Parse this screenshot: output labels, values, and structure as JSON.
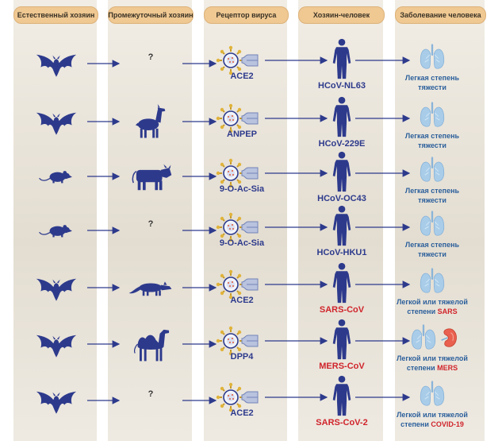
{
  "headers": [
    "Естественный хозяин",
    "Промежуточный хозяин",
    "Рецептор вируса",
    "Хозяин-человек",
    "Заболевание человека"
  ],
  "rows": [
    {
      "natural": "bat",
      "intermediate": "?",
      "receptor": "ACE2",
      "virus": "HCoV-NL63",
      "virus_red": false,
      "disease_l1": "Легкая степень",
      "disease_l2": "тяжести",
      "disease_tag": "",
      "kidney": false
    },
    {
      "natural": "bat",
      "intermediate": "llama",
      "receptor": "ANPEP",
      "virus": "HCoV-229E",
      "virus_red": false,
      "disease_l1": "Легкая степень",
      "disease_l2": "тяжести",
      "disease_tag": "",
      "kidney": false
    },
    {
      "natural": "rodent",
      "intermediate": "cow",
      "receptor": "9-O-Ac-Sia",
      "virus": "HCoV-OC43",
      "virus_red": false,
      "disease_l1": "Легкая степень",
      "disease_l2": "тяжести",
      "disease_tag": "",
      "kidney": false
    },
    {
      "natural": "rodent",
      "intermediate": "?",
      "receptor": "9-O-Ac-Sia",
      "virus": "HCoV-HKU1",
      "virus_red": false,
      "disease_l1": "Легкая степень",
      "disease_l2": "тяжести",
      "disease_tag": "",
      "kidney": false
    },
    {
      "natural": "bat",
      "intermediate": "civet",
      "receptor": "ACE2",
      "virus": "SARS-CoV",
      "virus_red": true,
      "disease_l1": "Легкой или тяжелой",
      "disease_l2": "степени",
      "disease_tag": "SARS",
      "kidney": false
    },
    {
      "natural": "bat",
      "intermediate": "camel",
      "receptor": "DPP4",
      "virus": "MERS-CoV",
      "virus_red": true,
      "disease_l1": "Легкой или тяжелой",
      "disease_l2": "степени",
      "disease_tag": "MERS",
      "kidney": true
    },
    {
      "natural": "bat",
      "intermediate": "?",
      "receptor": "ACE2",
      "virus": "SARS-CoV-2",
      "virus_red": true,
      "disease_l1": "Легкой или тяжелой",
      "disease_l2": "степени",
      "disease_tag": "COVID-19",
      "kidney": false
    }
  ],
  "colors": {
    "icon": "#2d3a8c",
    "arrow": "#2d3a8c",
    "red": "#d0242b",
    "lung": "#a9cde9",
    "kidney": "#e9604f"
  }
}
